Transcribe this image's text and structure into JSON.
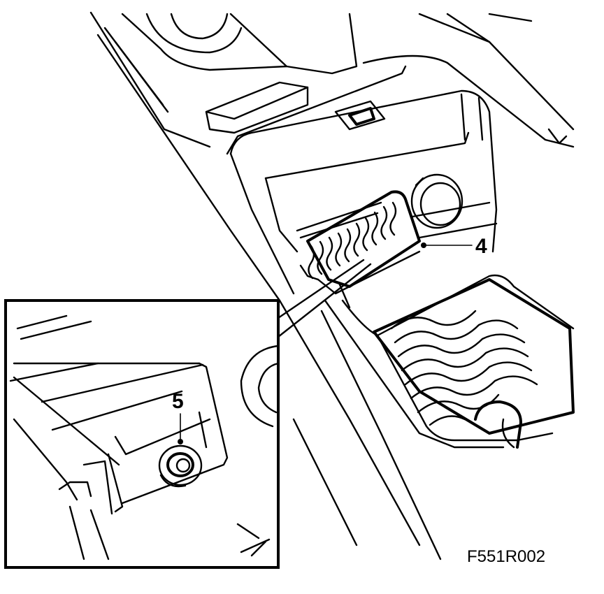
{
  "callouts": {
    "callout_4": "4",
    "callout_5": "5"
  },
  "figure_code": "F551R002",
  "colors": {
    "ink": "#000000",
    "paper": "#ffffff"
  },
  "icons": [
    "cigarette-lighter-icon",
    "storage-tray-mat-icon",
    "fuse-socket-icon"
  ]
}
